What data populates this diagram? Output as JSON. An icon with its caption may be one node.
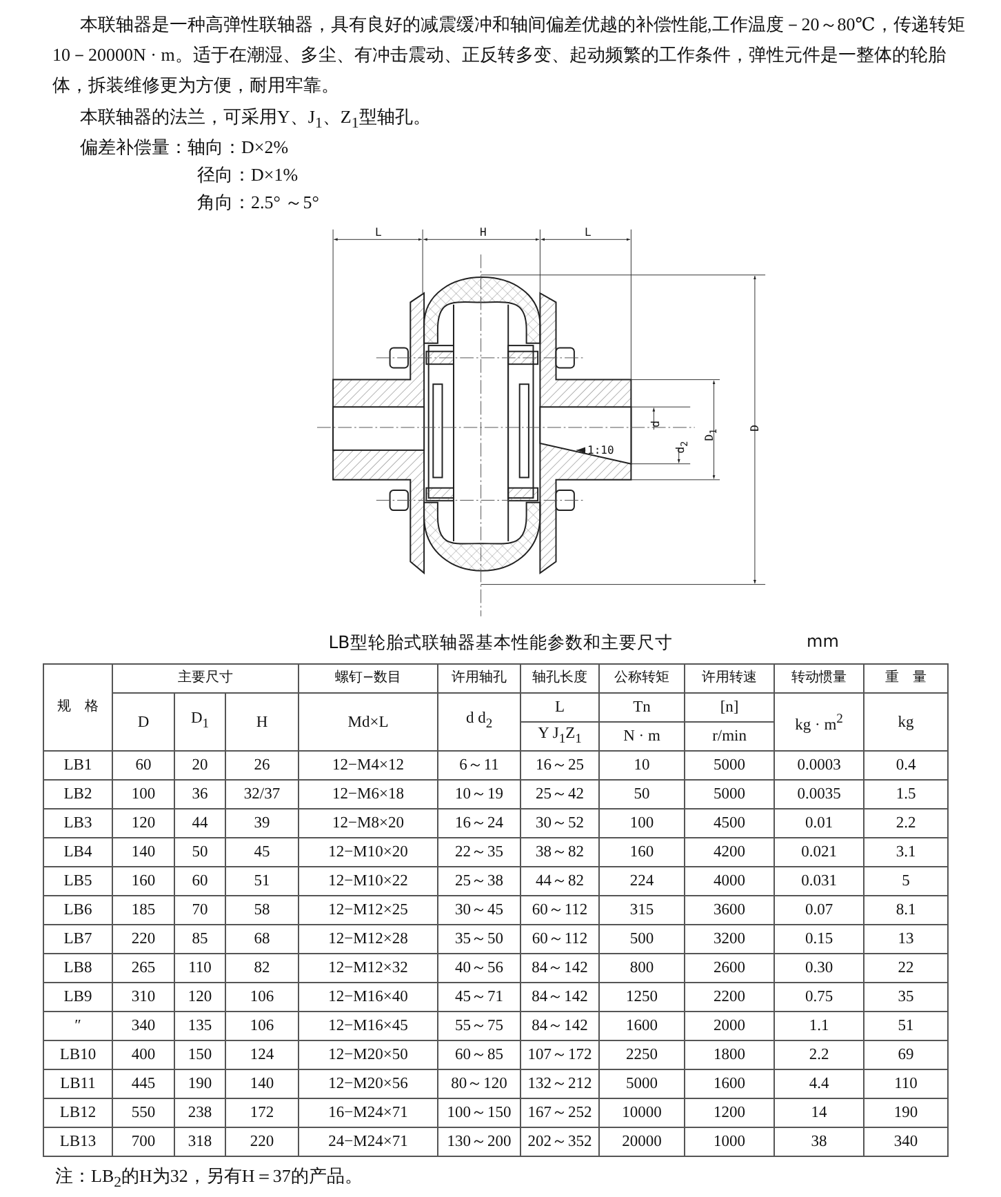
{
  "diagram": {
    "labels": [
      "本联轴器是一种高弹性联轴器，具有良好的减震缓冲和轴间偏差优越的补偿性能,工作温度－20～80℃，传递转矩10－20000N · m。适于在潮湿、多尘、有冲击震动、正反转多变、起动频繁的工作条件，弹性元件是一整体的轮胎体，拆装维修更为方便，耐用牢靠。",
      "本联轴器的法兰，可采用Y、J$_{1}$、Z$_{1}$型轴孔。",
      "偏差补偿量：轴向：D×2%",
      "径向：D×1%",
      "角向：2.5° ～5°",
      "L",
      "H",
      "L",
      "d",
      "d$_{2}$",
      "D$_{1}$",
      "D",
      "1:10",
      "LB型轮胎式联轴器基本性能参数和主要尺寸",
      "mm",
      "规　格",
      "主要尺寸",
      "螺钉−数目",
      "许用轴孔",
      "轴孔长度",
      "公称转矩",
      "许用转速",
      "转动惯量",
      "重　量",
      "D",
      "D$_{1}$",
      "H",
      "Md×L",
      "d  d$_{2}$",
      "L",
      "Tn",
      "[n]",
      "kg · m$^{2}$",
      "kg",
      "Y J$_{1}$Z$_{1}$",
      "N · m",
      "r/min",
      "LB1",
      "60",
      "20",
      "26",
      "12−M4×12",
      "6～11",
      "16～25",
      "10",
      "5000",
      "0.0003",
      "0.4",
      "LB2",
      "100",
      "36",
      "32/37",
      "12−M6×18",
      "10～19",
      "25～42",
      "50",
      "5000",
      "0.0035",
      "1.5",
      "LB3",
      "120",
      "44",
      "39",
      "12−M8×20",
      "16～24",
      "30～52",
      "100",
      "4500",
      "0.01",
      "2.2",
      "LB4",
      "140",
      "50",
      "45",
      "12−M10×20",
      "22～35",
      "38～82",
      "160",
      "4200",
      "0.021",
      "3.1",
      "LB5",
      "160",
      "60",
      "51",
      "12−M10×22",
      "25～38",
      "44～82",
      "224",
      "4000",
      "0.031",
      "5",
      "LB6",
      "185",
      "70",
      "58",
      "12−M12×25",
      "30～45",
      "60～112",
      "315",
      "3600",
      "0.07",
      "8.1",
      "LB7",
      "220",
      "85",
      "68",
      "12−M12×28",
      "35～50",
      "60～112",
      "500",
      "3200",
      "0.15",
      "13",
      "LB8",
      "265",
      "110",
      "82",
      "12−M12×32",
      "40～56",
      "84～142",
      "800",
      "2600",
      "0.30",
      "22",
      "LB9",
      "310",
      "120",
      "106",
      "12−M16×40",
      "45～71",
      "84～142",
      "1250",
      "2200",
      "0.75",
      "35",
      "″",
      "340",
      "135",
      "106",
      "12−M16×45",
      "55～75",
      "84～142",
      "1600",
      "2000",
      "1.1",
      "51",
      "LB10",
      "400",
      "150",
      "124",
      "12−M20×50",
      "60～85",
      "107～172",
      "2250",
      "1800",
      "2.2",
      "69",
      "LB11",
      "445",
      "190",
      "140",
      "12−M20×56",
      "80～120",
      "132～212",
      "5000",
      "1600",
      "4.4",
      "110",
      "LB12",
      "550",
      "238",
      "172",
      "16−M24×71",
      "100～150",
      "167～252",
      "10000",
      "1200",
      "14",
      "190",
      "LB13",
      "700",
      "318",
      "220",
      "24−M24×71",
      "130～200",
      "202～352",
      "20000",
      "1000",
      "38",
      "340",
      "注：LB$_{2}$的H为32，另有H＝37的产品。"
    ]
  }
}
